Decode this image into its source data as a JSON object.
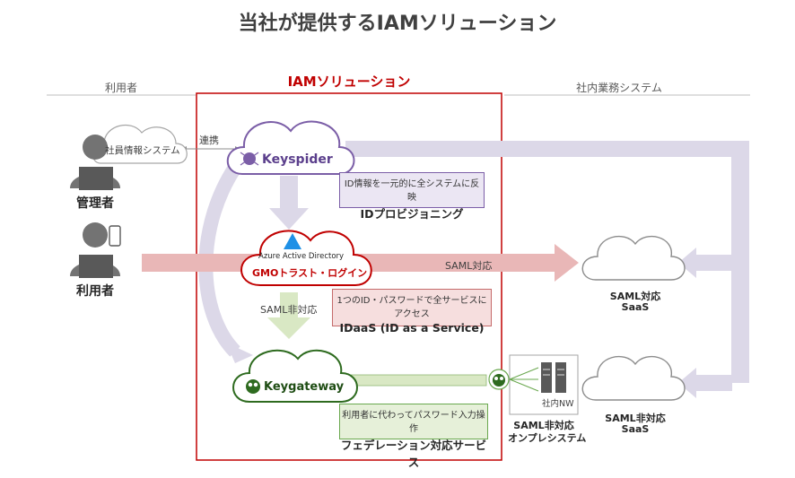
{
  "title": "当社が提供するIAMソリューション",
  "sections": {
    "users": "利用者",
    "iam": "IAMソリューション",
    "business_systems": "社内業務システム"
  },
  "actors": {
    "admin": "管理者",
    "user": "利用者"
  },
  "clouds": {
    "hr_system": "社員情報システム",
    "keyspider": "Keyspider",
    "azure": "Azure Active Directory",
    "gmo": "GMOトラスト・ログイン",
    "keygateway": "Keygateway",
    "saml_saas_line1": "SAML対応",
    "saml_saas_line2": "SaaS",
    "nonsaml_saas_line1": "SAML非対応",
    "nonsaml_saas_line2": "SaaS"
  },
  "connectors": {
    "link": "連携",
    "saml": "SAML対応",
    "non_saml": "SAML非対応"
  },
  "boxes": {
    "provisioning_sub": "ID情報を一元的に全システムに反映",
    "provisioning_main": "IDプロビジョニング",
    "idaas_sub": "1つのID・パスワードで全サービスにアクセス",
    "idaas_main": "IDaaS (ID as a Service)",
    "federation_sub": "利用者に代わってパスワード入力操作",
    "federation_main": "フェデレーション対応サービス"
  },
  "onprem": {
    "network": "社内NW",
    "line1": "SAML非対応",
    "line2": "オンプレシステム"
  },
  "colors": {
    "iam_border": "#c00000",
    "keyspider": "#7b5ea7",
    "gmo": "#c00000",
    "keygateway": "#2e6b1f",
    "arrow_lavender": "#dcd8e8",
    "arrow_pink": "#e9b7b7",
    "arrow_green": "#d9e8c4"
  }
}
